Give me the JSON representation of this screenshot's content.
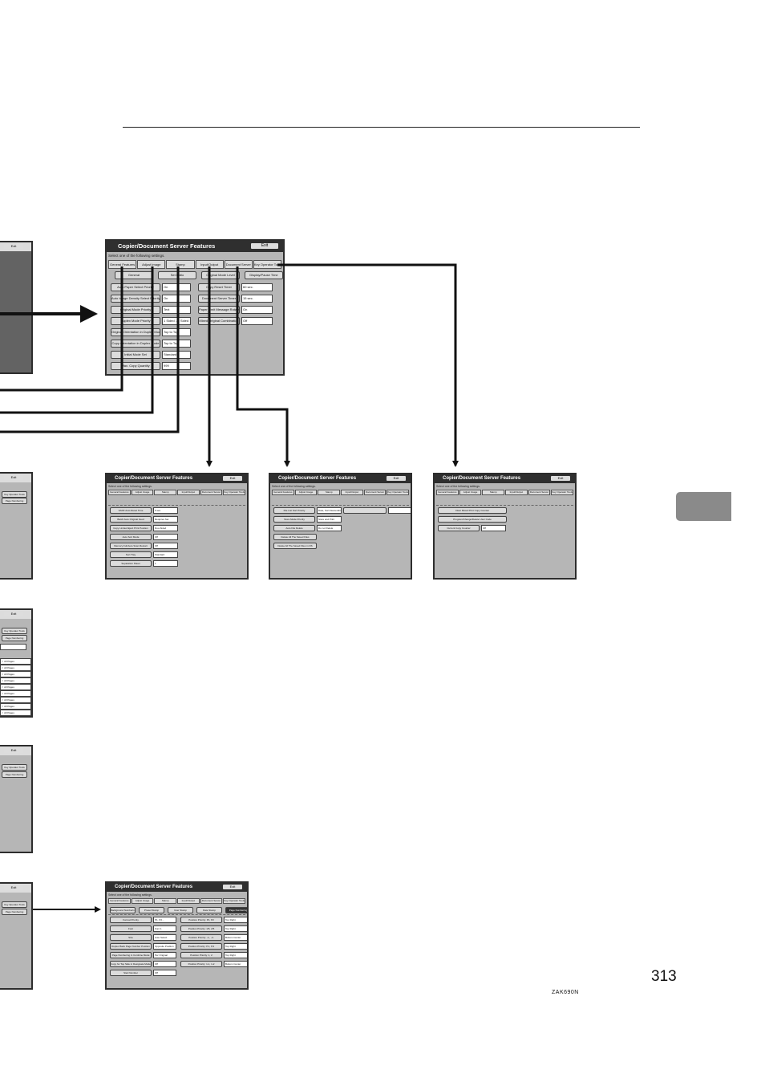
{
  "page": {
    "number": "313",
    "figure_code": "ZAK690N"
  },
  "windows": {
    "title": "Copier/Document Server Features",
    "exit": "Exit",
    "subtitle": "Select one of the following settings.",
    "tabs": [
      "General Features",
      "Adjust Image",
      "Stamp",
      "Input/Output",
      "Document Server",
      "Key Operator Tools"
    ]
  },
  "main": {
    "subtabs": [
      "General",
      "Set Ratio",
      "Original Mode Level",
      "Display/Pause Time"
    ],
    "rows_left": [
      {
        "label": "Auto Paper Select Priority",
        "value": "On"
      },
      {
        "label": "Auto Image Density Select Priority",
        "value": "On"
      },
      {
        "label": "Original Mode Priority",
        "value": "Text"
      },
      {
        "label": "Duplex Mode Priority",
        "value": "1 Sided→2 Sided"
      },
      {
        "label": "Original Orientation in Duplex Mode",
        "value": "Top to Top"
      },
      {
        "label": "Copy Orientation in Duplex Mode",
        "value": "Top to Top"
      },
      {
        "label": "Initial Mode Set",
        "value": "Standard"
      },
      {
        "label": "Max. Copy Quantity",
        "value": "999"
      }
    ],
    "rows_right": [
      {
        "label": "Copy Reset Timer",
        "value": "60 sec."
      },
      {
        "label": "Document Server Timer",
        "value": "15 sec."
      },
      {
        "label": "Paper Limit Message Rotate",
        "value": "On"
      },
      {
        "label": "Mixed Original Combination",
        "value": "Off"
      }
    ]
  },
  "io_window": {
    "rows": [
      {
        "label": "SADF Auto Reset Time",
        "value": "5 sec."
      },
      {
        "label": "Batch Auto Original Feed",
        "value": "Requires Set"
      },
      {
        "label": "Copy Limited Eject Print Position",
        "value": "Duo-Sided"
      },
      {
        "label": "Auto Sort Mode",
        "value": "Off"
      },
      {
        "label": "Memory Full Auto Scan Restart",
        "value": "Off"
      },
      {
        "label": "Sort Tray",
        "value": "Standard"
      },
      {
        "label": "Separation Sheet",
        "value": "1"
      }
    ]
  },
  "ds_window": {
    "rows": [
      {
        "label": "File List Sort Priority",
        "value": "Date, Sort Descending"
      },
      {
        "label": "Store Mode Priority",
        "value": "Store and Print"
      },
      {
        "label": "Auto File Delete",
        "value": "Do not Delete"
      }
    ],
    "buttons": [
      "Delete All The Saved Files",
      "Delete All The Saved Files in DS"
    ]
  },
  "kt_window": {
    "buttons": [
      "Clear Mixed Print Copy Counter",
      "Program/Change/Delete User Code",
      "Current Copy Counter"
    ],
    "value": "Off"
  },
  "pn_window": {
    "subtabs": [
      "Background Numbering",
      "Preset Stamp",
      "User Stamp",
      "Date Stamp",
      "Page Numbering"
    ],
    "rows_left": [
      {
        "label": "Format Priority",
        "value": "P1, P2..."
      },
      {
        "label": "Font",
        "value": "Font 1"
      },
      {
        "label": "Size",
        "value": "Auto Select"
      },
      {
        "label": "Duplex Back Page Number Position",
        "value": "Opposite Position"
      },
      {
        "label": "Page Numbering in Combine Mode",
        "value": "Per Original"
      },
      {
        "label": "Copy for Top Side in Designate Mode",
        "value": "Off"
      },
      {
        "label": "Start Number",
        "value": "Off"
      }
    ],
    "rows_right": [
      {
        "label": "Position Priority: P1, P2",
        "value": "Top Right"
      },
      {
        "label": "Position Priority: 1/5, 2/5",
        "value": "Top Right"
      },
      {
        "label": "Position Priority: -1-, -2-",
        "value": "Bottom Center"
      },
      {
        "label": "Position Priority: P.1, P.2",
        "value": "Top Right"
      },
      {
        "label": "Position Priority: 1, 2",
        "value": "Top Right"
      },
      {
        "label": "Position Priority: 1-1, 1-2",
        "value": "Bottom Center"
      }
    ]
  },
  "left_windows": {
    "exit": "Exit",
    "tab_key_op": "Key Operator Tools",
    "page_numbering": "Page Numbering",
    "stamp_value": "✓ All Pages"
  }
}
